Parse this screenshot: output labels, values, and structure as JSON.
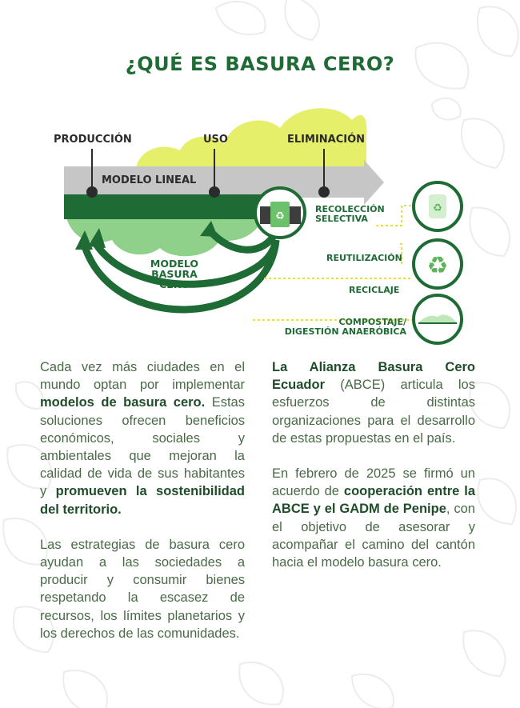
{
  "title": "¿QUÉ ES BASURA CERO?",
  "diagram": {
    "stage_produccion": "PRODUCCIÓN",
    "stage_uso": "USO",
    "stage_eliminacion": "ELIMINACIÓN",
    "modelo_lineal": "MODELO LINEAL",
    "modelo_basura_cero_1": "MODELO",
    "modelo_basura_cero_2": "BASURA",
    "modelo_basura_cero_3": "CERO",
    "recoleccion_1": "RECOLECCIÓN",
    "recoleccion_2": "SELECTIVA",
    "reutilizacion": "REUTILIZACIÓN",
    "reciclaje": "RECICLAJE",
    "compostaje_1": "COMPOSTAJE/",
    "compostaje_2": "DIGESTIÓN ANAERÓBICA",
    "colors": {
      "dark_green": "#1f6b35",
      "light_green": "#8fd18a",
      "yellow": "#e6ef6a",
      "grey": "#c6c6c6"
    }
  },
  "left": {
    "p1_a": "Cada vez más ciudades en el mundo optan por implementar ",
    "p1_b": "modelos de basura cero.",
    "p1_c": " Estas soluciones ofrecen beneficios económicos, sociales y ambientales que mejoran la calidad de vida de sus habitantes y ",
    "p1_d": "promueven la sostenibilidad del territorio.",
    "p2": "Las estrategias de basura cero ayudan a las sociedades a producir y consumir bienes respetando la escasez de recursos, los límites planetarios y los derechos de las comunidades."
  },
  "right": {
    "p1_a": "La Alianza Basura Cero Ecuador",
    "p1_b": " (ABCE) articula los esfuerzos de distintas organizaciones para el desarrollo de estas propuestas en el país.",
    "p2_a": "En febrero de 2025 se firmó un acuerdo de ",
    "p2_b": "cooperación entre la ABCE y el GADM de Penipe",
    "p2_c": ", con el objetivo de asesorar y acompañar el camino del cantón hacia el modelo basura cero."
  }
}
